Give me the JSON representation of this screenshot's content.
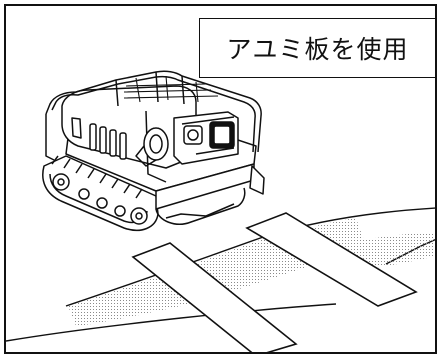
{
  "caption": {
    "text": "アユミ板を使用"
  },
  "illustration": {
    "subject": "tracked-mower-robot",
    "accessory": "aluminum-boarding-planks",
    "stroke_color": "#111111",
    "fill_color": "#ffffff",
    "hatch_color": "#9a9a9a"
  }
}
